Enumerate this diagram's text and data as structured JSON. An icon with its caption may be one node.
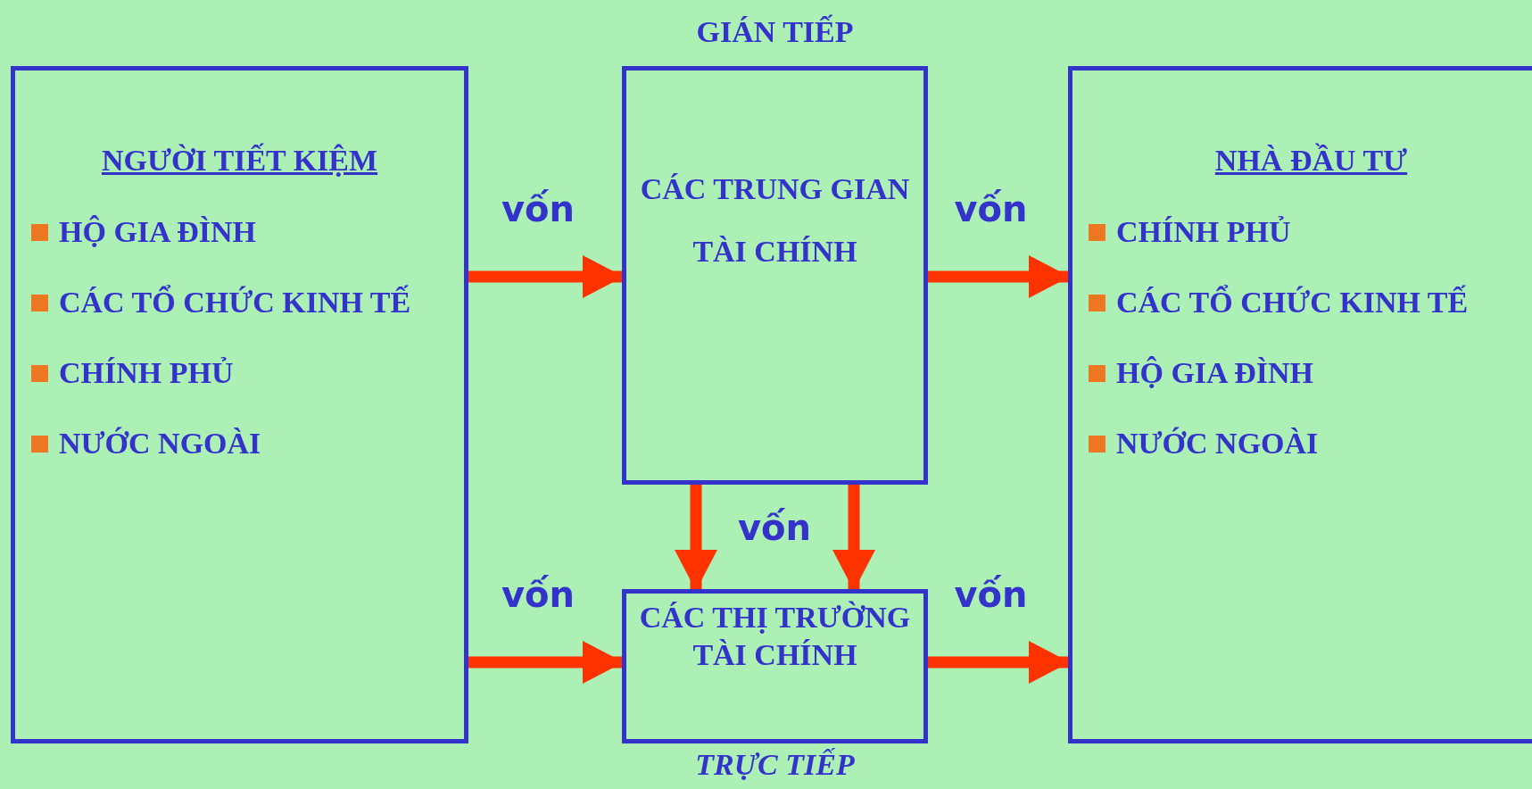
{
  "diagram": {
    "nodes": [
      {
        "text": [
          "NGƯỜI TIẾT KIỆM",
          "HỘ GIA ĐÌNH",
          "CÁC TỔ CHỨC KINH TẾ",
          "CHÍNH PHỦ",
          "NƯỚC NGOÀI"
        ]
      },
      {
        "text": [
          "GIÁN TIẾP",
          "CÁC TRUNG GIAN TÀI CHÍNH"
        ]
      },
      {
        "text": [
          "NHÀ ĐẦU TƯ",
          "CHÍNH PHỦ",
          "CÁC TỔ CHỨC KINH TẾ",
          "HỘ GIA ĐÌNH",
          "NƯỚC NGOÀI"
        ]
      },
      {
        "text": [
          "CÁC THỊ TRƯỜNG TÀI CHÍNH"
        ],
        "beside": [
          "TRỰC TIẾP"
        ]
      }
    ],
    "edges": [
      {
        "from": 0,
        "to": 1,
        "arrow": "to",
        "label": "vốn"
      },
      {
        "from": 1,
        "to": 2,
        "arrow": "to",
        "label": "vốn"
      },
      {
        "from": 1,
        "to": 3,
        "arrow": "to",
        "label": "vốn"
      },
      {
        "from": 1,
        "to": 3,
        "arrow": "to"
      },
      {
        "from": 0,
        "to": 3,
        "arrow": "to",
        "label": "vốn"
      },
      {
        "from": 3,
        "to": 2,
        "arrow": "to",
        "label": "vốn"
      }
    ]
  }
}
